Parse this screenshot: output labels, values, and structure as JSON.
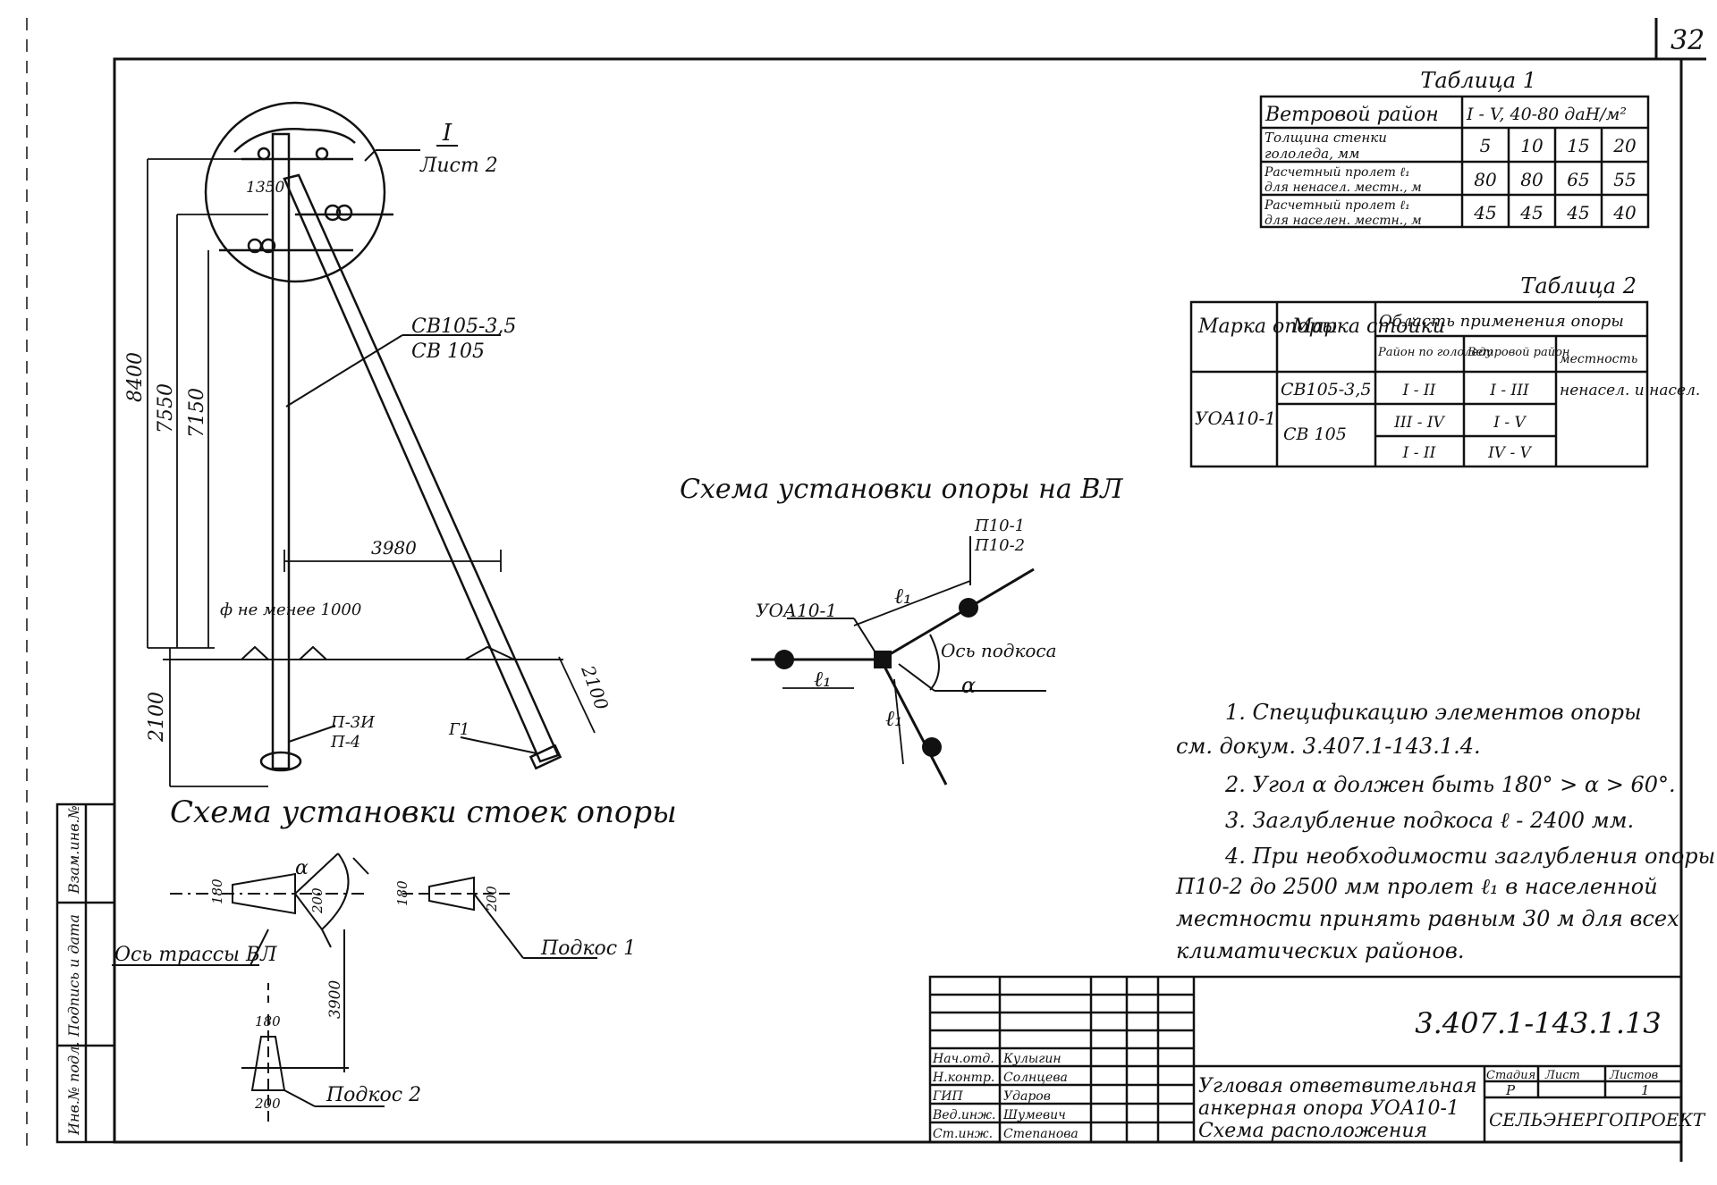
{
  "sheet_number": "32",
  "table1": {
    "title": "Таблица 1",
    "header_label": "Ветровой район",
    "header_value": "I - V, 40-80 даН/м²",
    "rows": [
      {
        "label1": "Толщина стенки",
        "label2": "гололеда, мм",
        "values": [
          "5",
          "10",
          "15",
          "20"
        ]
      },
      {
        "label1": "Расчетный пролет ℓ₁",
        "label2": "для ненасел. местн., м",
        "values": [
          "80",
          "80",
          "65",
          "55"
        ]
      },
      {
        "label1": "Расчетный пролет ℓ₁",
        "label2": "для населен. местн., м",
        "values": [
          "45",
          "45",
          "45",
          "40"
        ]
      }
    ]
  },
  "table2": {
    "title": "Таблица 2",
    "col_marka_opory": "Марка опоры",
    "col_marka_stoiki": "Марка стойки",
    "col_area": "Область применения опоры",
    "col_ice": "Район по гололеду",
    "col_wind": "Ветровой район",
    "col_terrain": "местность",
    "support_mark": "УОА10-1",
    "rows": [
      {
        "stoika": "СВ105-3,5",
        "ice": "I - II",
        "wind": "I - III"
      },
      {
        "stoika": "СВ 105",
        "ice": "III - IV",
        "wind": "I - V"
      },
      {
        "stoika": "",
        "ice": "I - II",
        "wind": "IV - V"
      }
    ],
    "terrain": "ненасел. и насел."
  },
  "elevation": {
    "callout_num": "I",
    "callout_sheet": "Лист 2",
    "pole_label1": "СВ105-3,5",
    "pole_label2": "СВ 105",
    "dim_8400": "8400",
    "dim_7550": "7550",
    "dim_7150": "7150",
    "dim_1350": "1350",
    "dim_3980": "3980",
    "dim_2100": "2100",
    "dim_2100b": "2100",
    "dim_min": "ф не менее 1000",
    "plate1": "П-3И",
    "plate2": "П-4",
    "g1": "Г1"
  },
  "scheme_vl": {
    "title": "Схема установки опоры на ВЛ",
    "support": "УОА10-1",
    "p1": "П10-1",
    "p2": "П10-2",
    "axis": "Ось подкоса",
    "l1": "ℓ₁",
    "alpha": "α"
  },
  "scheme_stands": {
    "title": "Схема установки стоек опоры",
    "axis_vl": "Ось трассы ВЛ",
    "podkos1": "Подкос 1",
    "podkos2": "Подкос 2",
    "d180a": "180",
    "d200a": "200",
    "d180b": "180",
    "d200b": "200",
    "d180c": "180",
    "d200c": "200",
    "d3900": "3900",
    "alpha": "α"
  },
  "notes": [
    "1. Спецификацию элементов опоры",
    "см. докум. 3.407.1-143.1.4.",
    "2. Угол α должен быть 180° > α > 60°.",
    "3. Заглубление подкоса ℓ - 2400 мм.",
    "4. При необходимости заглубления опоры",
    "П10-2 до 2500 мм пролет ℓ₁ в населенной",
    "местности принять равным 30 м для всех",
    "климатических районов."
  ],
  "title_block": {
    "doc_code": "3.407.1-143.1.13",
    "title_lines": [
      "Угловая ответвительная",
      "анкерная опора УОА10-1",
      "Схема расположения"
    ],
    "stage_h": "Стадия",
    "sheet_h": "Лист",
    "sheets_h": "Листов",
    "stage": "Р",
    "sheets": "1",
    "org": "СЕЛЬЭНЕРГОПРОЕКТ",
    "roles": [
      "Нач.отд.",
      "Н.контр.",
      "ГИП",
      "Вед.инж.",
      "Ст.инж."
    ],
    "names": [
      "Кулыгин",
      "Солнцева",
      "Ударов",
      "Шумевич",
      "Степанова"
    ]
  },
  "side_stamp": [
    "Инв.№ подл.",
    "Подпись и дата",
    "Взам.инв.№"
  ]
}
